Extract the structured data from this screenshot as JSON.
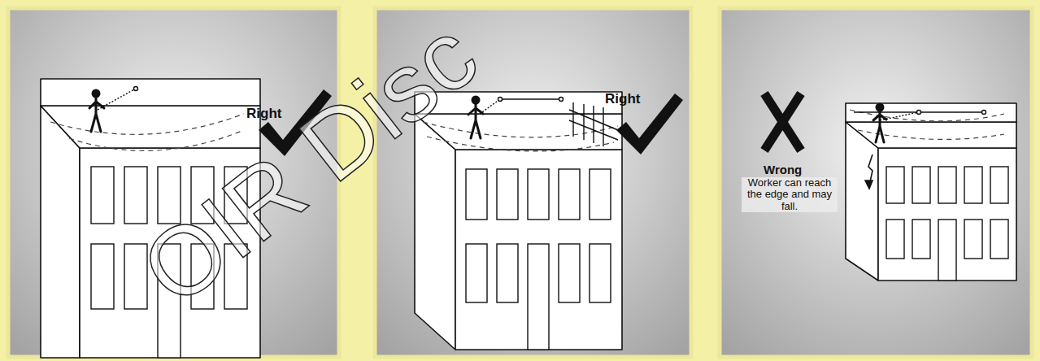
{
  "diagram": {
    "labels": [
      "Right",
      "Right",
      "Wrong",
      "Worker can reach the edge and may fall.",
      "OIR Disc"
    ]
  }
}
